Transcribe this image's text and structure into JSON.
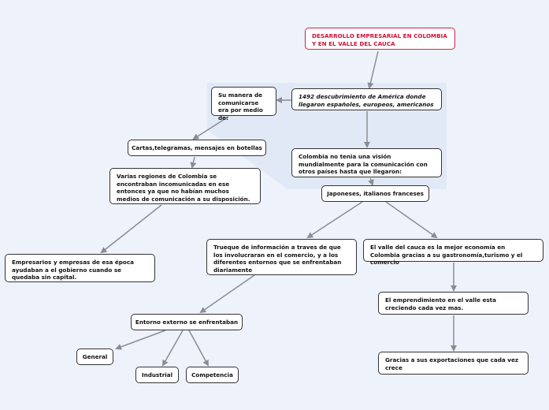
{
  "title": "DESARROLLO EMPRESARIAL EN COLOMBIA Y EN EL VALLE DEL CAUCA",
  "nodes": {
    "n1492": "1492 descubrimiento de América donde llegaron españoles, europeos, americanos",
    "su_manera": "Su manera de comunicarse era por medio de:",
    "cartas": "Cartas,telegramas, mensajes en botellas",
    "colombia": "Colombia no tenia una visión mundialmente para la comunicación con otros países hasta que llegaron:",
    "japoneses": "Japoneses, italianos franceses",
    "varias": "Varias regiones de Colombia se encontraban incomunicadas en ese entonces ya que no habían muchos medios de comunicación a su disposición.",
    "empresarios": "Empresarios y empresas de esa época ayudaban a el gobierno cuando se quedaba sin capital.",
    "trueque": "Trueque de información a traves de que los involucraran en el comercio, y a los diferentes entornos que se enfrentaban diariamente",
    "valle": "El valle del cauca es la mejor economía en Colombia gracias a su gastronomía,turismo y el comercio",
    "entorno": "Entorno externo se enfrentaban",
    "emprendimiento": "El emprendimiento en el valle esta creciendo cada vez mas.",
    "gracias": "Gracias a sus exportaciones que cada vez crece",
    "general": "General",
    "industrial": "Industrial",
    "competencia": "Competencia"
  },
  "colors": {
    "background": "#eef2fa",
    "band": "#e2e9f6",
    "title": "#d0103a",
    "edge": "#8a8d94"
  }
}
